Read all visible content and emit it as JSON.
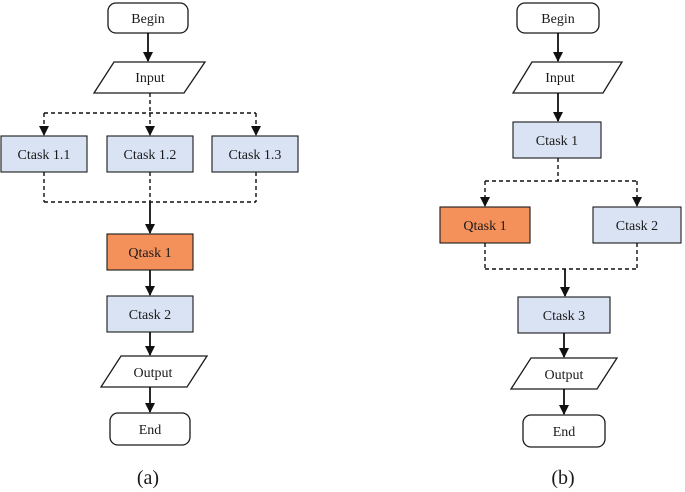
{
  "diagram_a": {
    "caption": "(a)",
    "begin": "Begin",
    "input": "Input",
    "ctask_1_1": "Ctask 1.1",
    "ctask_1_2": "Ctask 1.2",
    "ctask_1_3": "Ctask 1.3",
    "qtask_1": "Qtask 1",
    "ctask_2": "Ctask 2",
    "output": "Output",
    "end": "End"
  },
  "diagram_b": {
    "caption": "(b)",
    "begin": "Begin",
    "input": "Input",
    "ctask_1": "Ctask 1",
    "qtask_1": "Qtask 1",
    "ctask_2": "Ctask 2",
    "ctask_3": "Ctask 3",
    "output": "Output",
    "end": "End"
  },
  "colors": {
    "ctask_fill": "#dae3f3",
    "qtask_fill": "#f4915a",
    "stroke": "#1a1a1a"
  }
}
